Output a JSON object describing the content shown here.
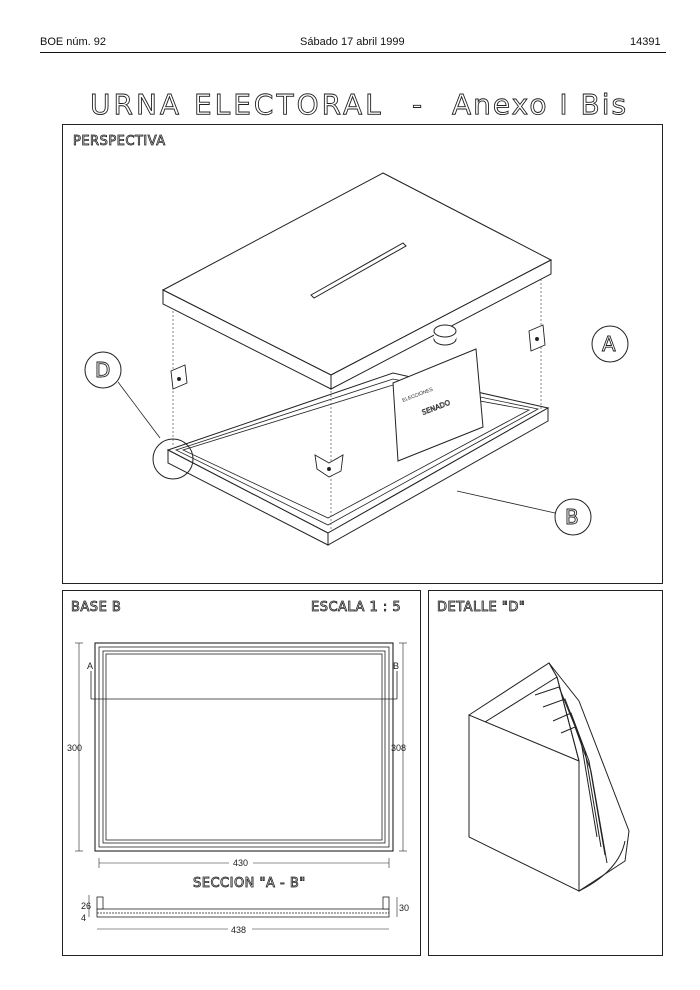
{
  "header": {
    "left": "BOE núm. 92",
    "center": "Sábado 17 abril 1999",
    "right": "14391"
  },
  "title": {
    "main": "URNA ELECTORAL",
    "dash": "-",
    "annex": "Anexo I Bis"
  },
  "perspectiva": {
    "label": "PERSPECTIVA",
    "callout_a": "A",
    "callout_b": "B",
    "callout_d": "D",
    "card_line1": "ELECCIONES",
    "card_line2": "SENADO"
  },
  "base_b": {
    "label": "BASE B",
    "escala": "ESCALA 1 : 5",
    "marker_a": "A",
    "marker_b": "B",
    "dim_height_left": "300",
    "dim_height_right": "308",
    "dim_width_inner": "430",
    "seccion_label": "SECCION \"A - B\"",
    "dim_26": "26",
    "dim_4": "4",
    "dim_30": "30",
    "dim_438": "438"
  },
  "detalle": {
    "label": "DETALLE \"D\""
  }
}
